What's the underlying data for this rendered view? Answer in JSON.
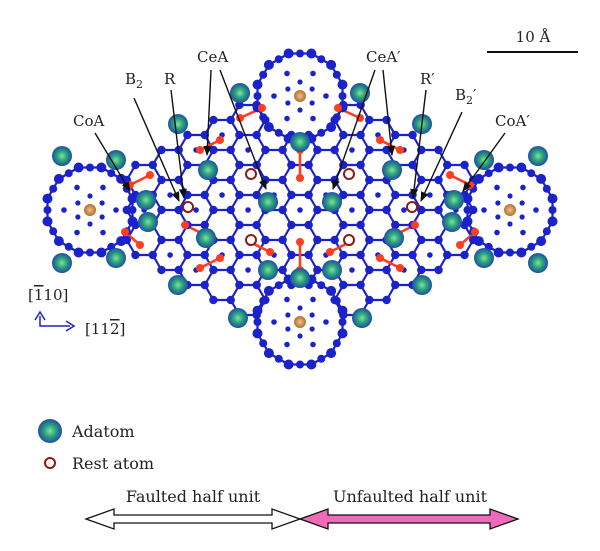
{
  "labels": {
    "scale": "10 Å",
    "coa": "CoA",
    "b2": "B",
    "b2_sub": "2",
    "r": "R",
    "cea": "CeA",
    "cea_p": "CeA′",
    "r_p": "R′",
    "b2_p": "B",
    "b2_p_sub": "2",
    "b2_p_prime": "′",
    "coa_p": "CoA′",
    "dir1_open": "[",
    "dir1_bar": "1",
    "dir1_rest": "10]",
    "dir2_open": "[11",
    "dir2_bar": "2",
    "dir2_close": "]"
  },
  "legend": {
    "adatom": "Adatom",
    "rest_atom": "Rest atom"
  },
  "units": {
    "faulted": "Faulted half unit",
    "unfaulted": "Unfaulted half unit"
  },
  "colors": {
    "lattice_blue": "#1c22c9",
    "dimer_red": "#ff3d1f",
    "adatom_green": "#2aa077",
    "corner_brown": "#b0702e",
    "rest_ring": "#8b1a10",
    "unfaulted_pink": "#f06aba"
  }
}
